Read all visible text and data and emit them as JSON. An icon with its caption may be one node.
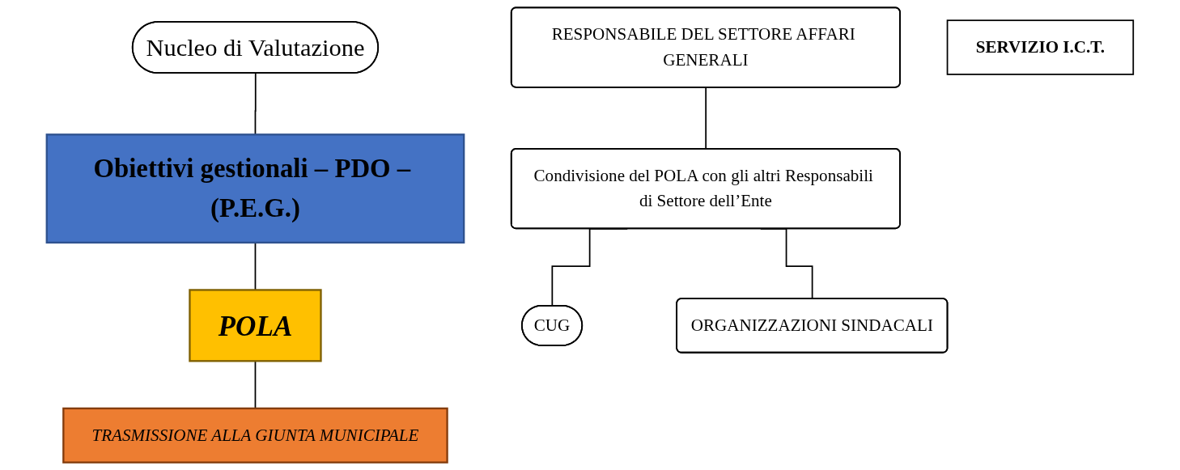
{
  "diagram": {
    "nodes": [
      {
        "text": [
          "RESPONSABILE DEL SETTORE AFFARI GENERALI"
        ]
      },
      {
        "text": [
          "Obiettivi gestionali – PDO – (P.E.G.)"
        ]
      },
      {
        "text": [
          "Condivisione del POLA con gli altri Responsabili di Settore dell’Ente"
        ]
      },
      {
        "text": [
          "Nucleo di Valutazione"
        ]
      },
      {
        "text": [
          "POLA"
        ]
      },
      {
        "text": [
          "CUG"
        ]
      },
      {
        "text": [
          "ORGANIZZAZIONI SINDACALI"
        ]
      },
      {
        "text": [
          "SERVIZIO I.C.T."
        ]
      },
      {
        "text": [
          "TRASMISSIONE  ALLA GIUNTA MUNICIPALE"
        ]
      }
    ],
    "edges": [
      {
        "from": 0,
        "to": 2,
        "arrow": "none"
      },
      {
        "from": 3,
        "to": 1,
        "arrow": "none"
      },
      {
        "from": 1,
        "to": 4,
        "arrow": "none"
      },
      {
        "from": 4,
        "to": 8,
        "arrow": "none"
      },
      {
        "from": 2,
        "to": 5,
        "arrow": "none"
      },
      {
        "from": 2,
        "to": 6,
        "arrow": "none"
      }
    ]
  }
}
